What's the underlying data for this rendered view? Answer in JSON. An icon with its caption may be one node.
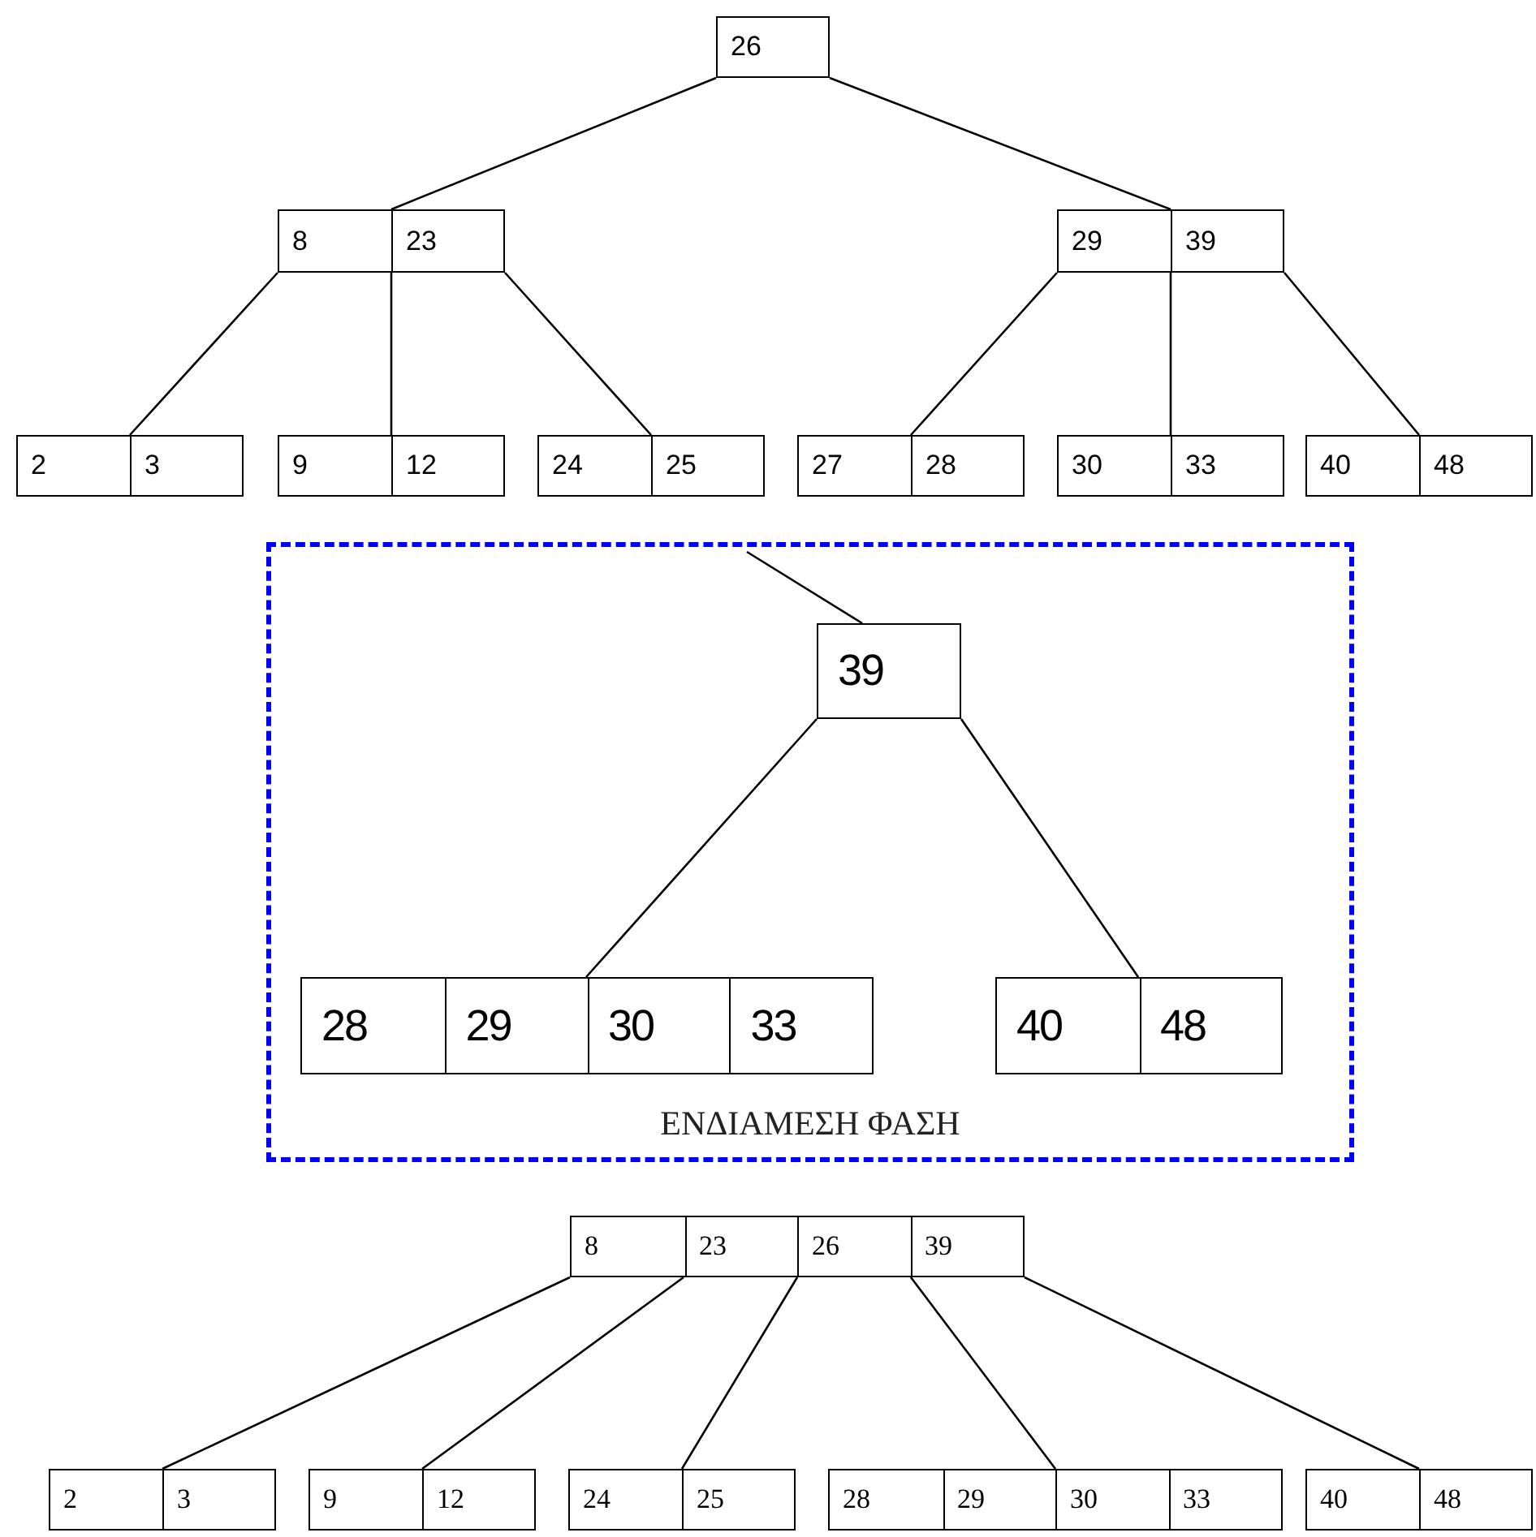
{
  "diagram": {
    "nodes": [
      {
        "text": [
          "26"
        ]
      },
      {
        "text": [
          "8",
          "23"
        ]
      },
      {
        "text": [
          "29",
          "39"
        ]
      },
      {
        "text": [
          "2",
          "3"
        ]
      },
      {
        "text": [
          "9",
          "12"
        ]
      },
      {
        "text": [
          "24",
          "25"
        ]
      },
      {
        "text": [
          "27",
          "28"
        ]
      },
      {
        "text": [
          "30",
          "33"
        ]
      },
      {
        "text": [
          "40",
          "48"
        ]
      },
      {
        "text": [
          "ΕΝΔΙΑΜΕΣΗ ΦΑΣΗ"
        ]
      },
      {
        "text": [
          "39"
        ],
        "in": 9
      },
      {
        "text": [
          "28",
          "29",
          "30",
          "33"
        ],
        "in": 9
      },
      {
        "text": [
          "40",
          "48"
        ],
        "in": 9
      },
      {
        "text": [
          "8",
          "23",
          "26",
          "39"
        ]
      },
      {
        "text": [
          "2",
          "3"
        ]
      },
      {
        "text": [
          "9",
          "12"
        ]
      },
      {
        "text": [
          "24",
          "25"
        ]
      },
      {
        "text": [
          "28",
          "29",
          "30",
          "33"
        ]
      },
      {
        "text": [
          "40",
          "48"
        ]
      }
    ],
    "edges": [
      {
        "from": 0,
        "to": 1,
        "arrow": "none"
      },
      {
        "from": 0,
        "to": 2,
        "arrow": "none"
      },
      {
        "from": 1,
        "to": 3,
        "arrow": "none"
      },
      {
        "from": 1,
        "to": 4,
        "arrow": "none"
      },
      {
        "from": 1,
        "to": 5,
        "arrow": "none"
      },
      {
        "from": 2,
        "to": 6,
        "arrow": "none"
      },
      {
        "from": 2,
        "to": 7,
        "arrow": "none"
      },
      {
        "from": 2,
        "to": 8,
        "arrow": "none"
      },
      {
        "from": null,
        "to": 10,
        "arrow": "none"
      },
      {
        "from": 10,
        "to": 11,
        "arrow": "none"
      },
      {
        "from": 10,
        "to": 12,
        "arrow": "none"
      },
      {
        "from": 13,
        "to": 14,
        "arrow": "none"
      },
      {
        "from": 13,
        "to": 15,
        "arrow": "none"
      },
      {
        "from": 13,
        "to": 16,
        "arrow": "none"
      },
      {
        "from": 13,
        "to": 17,
        "arrow": "none"
      },
      {
        "from": 13,
        "to": 18,
        "arrow": "none"
      }
    ]
  }
}
